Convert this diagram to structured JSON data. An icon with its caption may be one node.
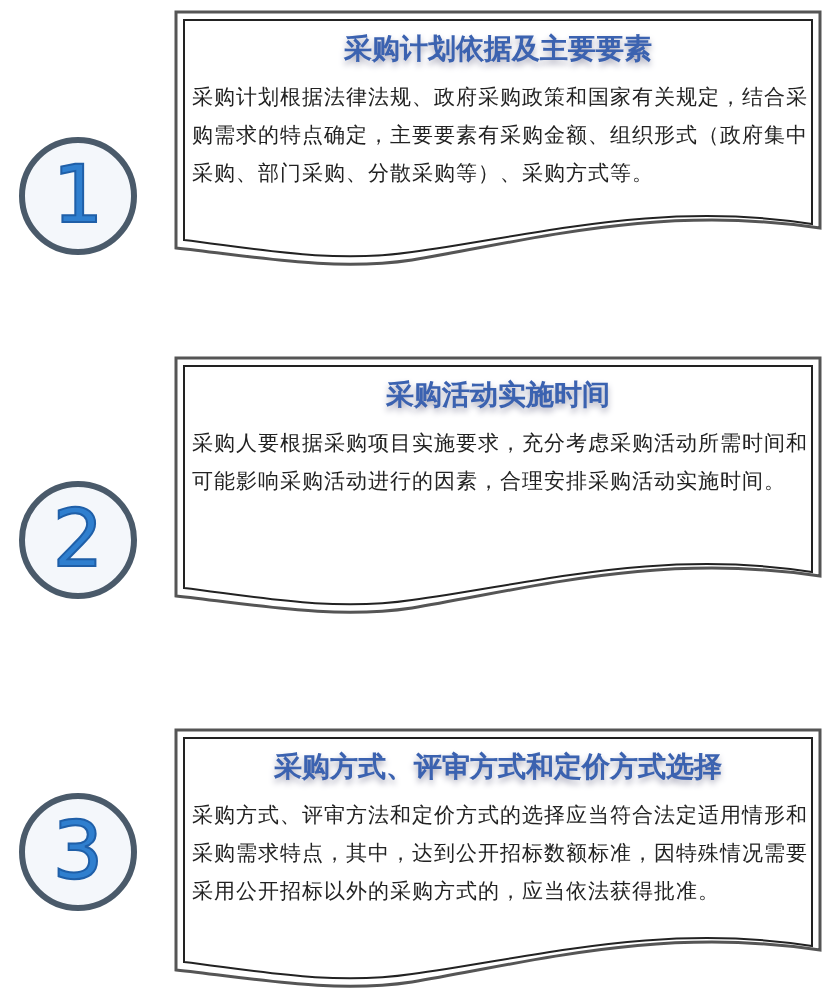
{
  "diagram": {
    "nodes": [
      {
        "text": [
          "1"
        ]
      },
      {
        "text": [
          "采购计划依据及主要要素",
          "采购计划根据法律法规、政府采购政策和国家有关规定，结合采购需求的特点确定，主要要素有采购金额、组织形式（政府集中采购、部门采购、分散采购等）、采购方式等。"
        ]
      },
      {
        "text": [
          "2"
        ]
      },
      {
        "text": [
          "采购活动实施时间",
          "采购人要根据采购项目实施要求，充分考虑采购活动所需时间和可能影响采购活动进行的因素，合理安排采购活动实施时间。"
        ]
      },
      {
        "text": [
          "3"
        ]
      },
      {
        "text": [
          "采购方式、评审方式和定价方式选择",
          "采购方式、评审方法和定价方式的选择应当符合法定适用情形和采购需求特点，其中，达到公开招标数额标准，因特殊情况需要采用公开招标以外的采购方式的，应当依法获得批准。"
        ]
      }
    ]
  }
}
